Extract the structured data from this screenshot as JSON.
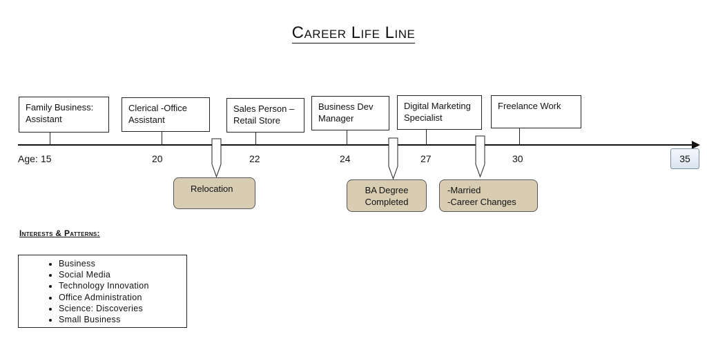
{
  "title": "Career Life Line",
  "timeline": {
    "age_label": "Age:",
    "ages": [
      "15",
      "20",
      "22",
      "24",
      "27",
      "30"
    ],
    "end_age": "35"
  },
  "jobs": [
    {
      "line1": "Family Business:",
      "line2": "Assistant"
    },
    {
      "line1": "Clerical -Office",
      "line2": "Assistant"
    },
    {
      "line1": "Sales Person –",
      "line2": "Retail Store"
    },
    {
      "line1": "Business Dev",
      "line2": "Manager"
    },
    {
      "line1": "Digital Marketing",
      "line2": "Specialist"
    },
    {
      "line1": "Freelance Work",
      "line2": ""
    }
  ],
  "events": [
    {
      "line1": "Relocation",
      "line2": ""
    },
    {
      "line1": "BA Degree",
      "line2": "Completed"
    },
    {
      "line1": "-Married",
      "line2": "-Career Changes"
    }
  ],
  "interests": {
    "heading": "Interests & Patterns:",
    "items": [
      "Business",
      "Social Media",
      "Technology Innovation",
      "Office Administration",
      "Science: Discoveries",
      "Small Business"
    ]
  },
  "colors": {
    "event_fill": "#d8ccb3",
    "end_box_border": "#7a8fa8"
  }
}
